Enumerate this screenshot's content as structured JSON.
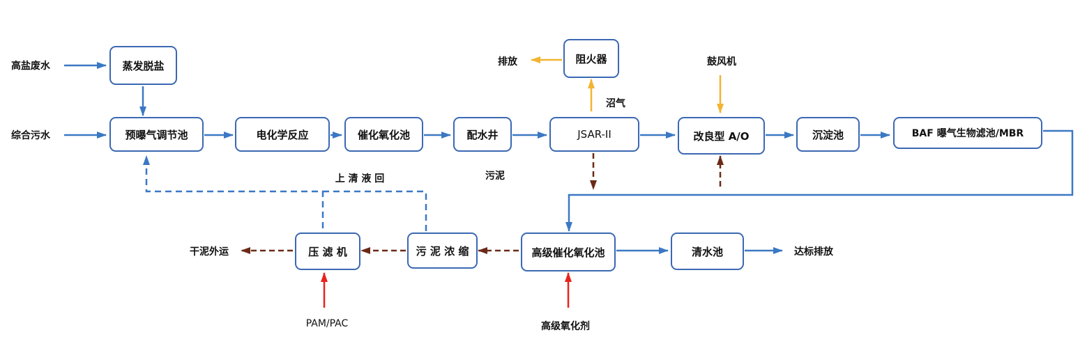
{
  "colors": {
    "flow": "#3b78c4",
    "box_border": "#3b68b3",
    "gas": "#f2b431",
    "sludge": "#6b2a17",
    "chemical": "#e8231c"
  },
  "nodes": {
    "evaporation": "蒸发脱盐",
    "pre_aeration": "预曝气调节池",
    "electrochem": "电化学反应",
    "catalytic_ox": "催化氧化池",
    "distribution_well": "配水井",
    "jsar": "JSAR-II",
    "flame_arrester": "阻火器",
    "improved_ao": "改良型 A/O",
    "sedimentation": "沉淀池",
    "baf_mbr": "BAF 曝气生物滤池/MBR",
    "advanced_catalytic_ox": "高级催化氧化池",
    "clear_water": "清水池",
    "sludge_thickening": "污 泥 浓 缩",
    "filter_press": "压 滤 机"
  },
  "labels": {
    "high_salt_wastewater": "高盐废水",
    "mixed_sewage": "综合污水",
    "emission": "排放",
    "biogas": "沼气",
    "blower": "鼓风机",
    "supernatant_return": "上 清 液 回",
    "sludge": "污泥",
    "dry_sludge_transport": "干泥外运",
    "discharge_to_standard": "达标排放",
    "pam_pac": "PAM/PAC",
    "advanced_oxidant": "高级氧化剂"
  }
}
